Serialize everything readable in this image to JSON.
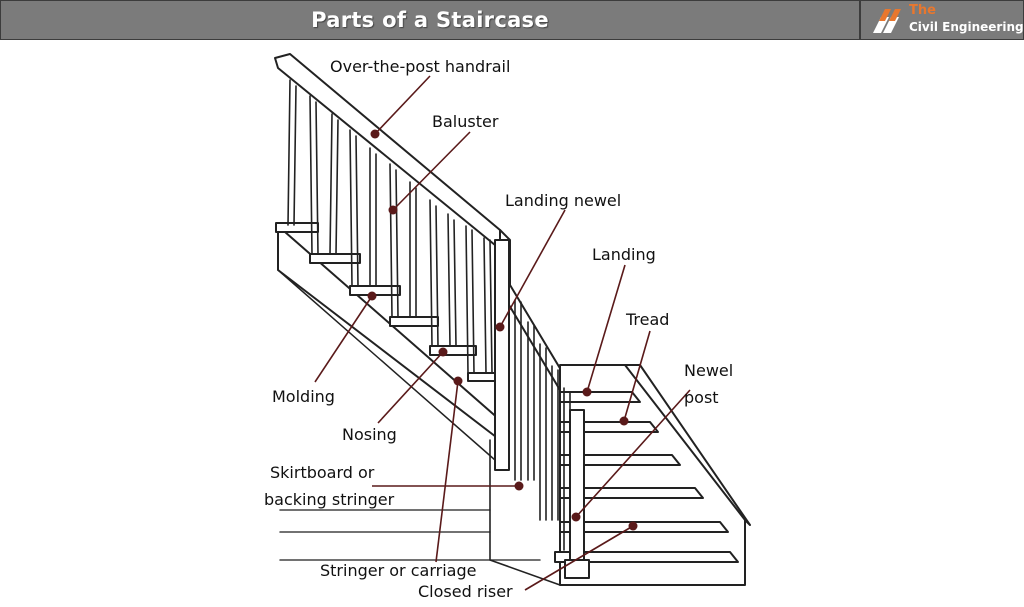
{
  "header": {
    "title": "Parts of a Staircase",
    "logo_line1": "The",
    "logo_line2": "Civil Engineering"
  },
  "labels": {
    "handrail": "Over-the-post handrail",
    "baluster": "Baluster",
    "landing_newel": "Landing newel",
    "landing": "Landing",
    "tread": "Tread",
    "newel_post_1": "Newel",
    "newel_post_2": "post",
    "molding": "Molding",
    "nosing": "Nosing",
    "skirtboard_1": "Skirtboard or",
    "skirtboard_2": "backing stringer",
    "stringer": "Stringer or carriage",
    "closed_riser": "Closed riser"
  },
  "colors": {
    "leader": "#5a1a1a",
    "header_bg": "#7b7b7b",
    "logo_accent": "#e8772e"
  }
}
